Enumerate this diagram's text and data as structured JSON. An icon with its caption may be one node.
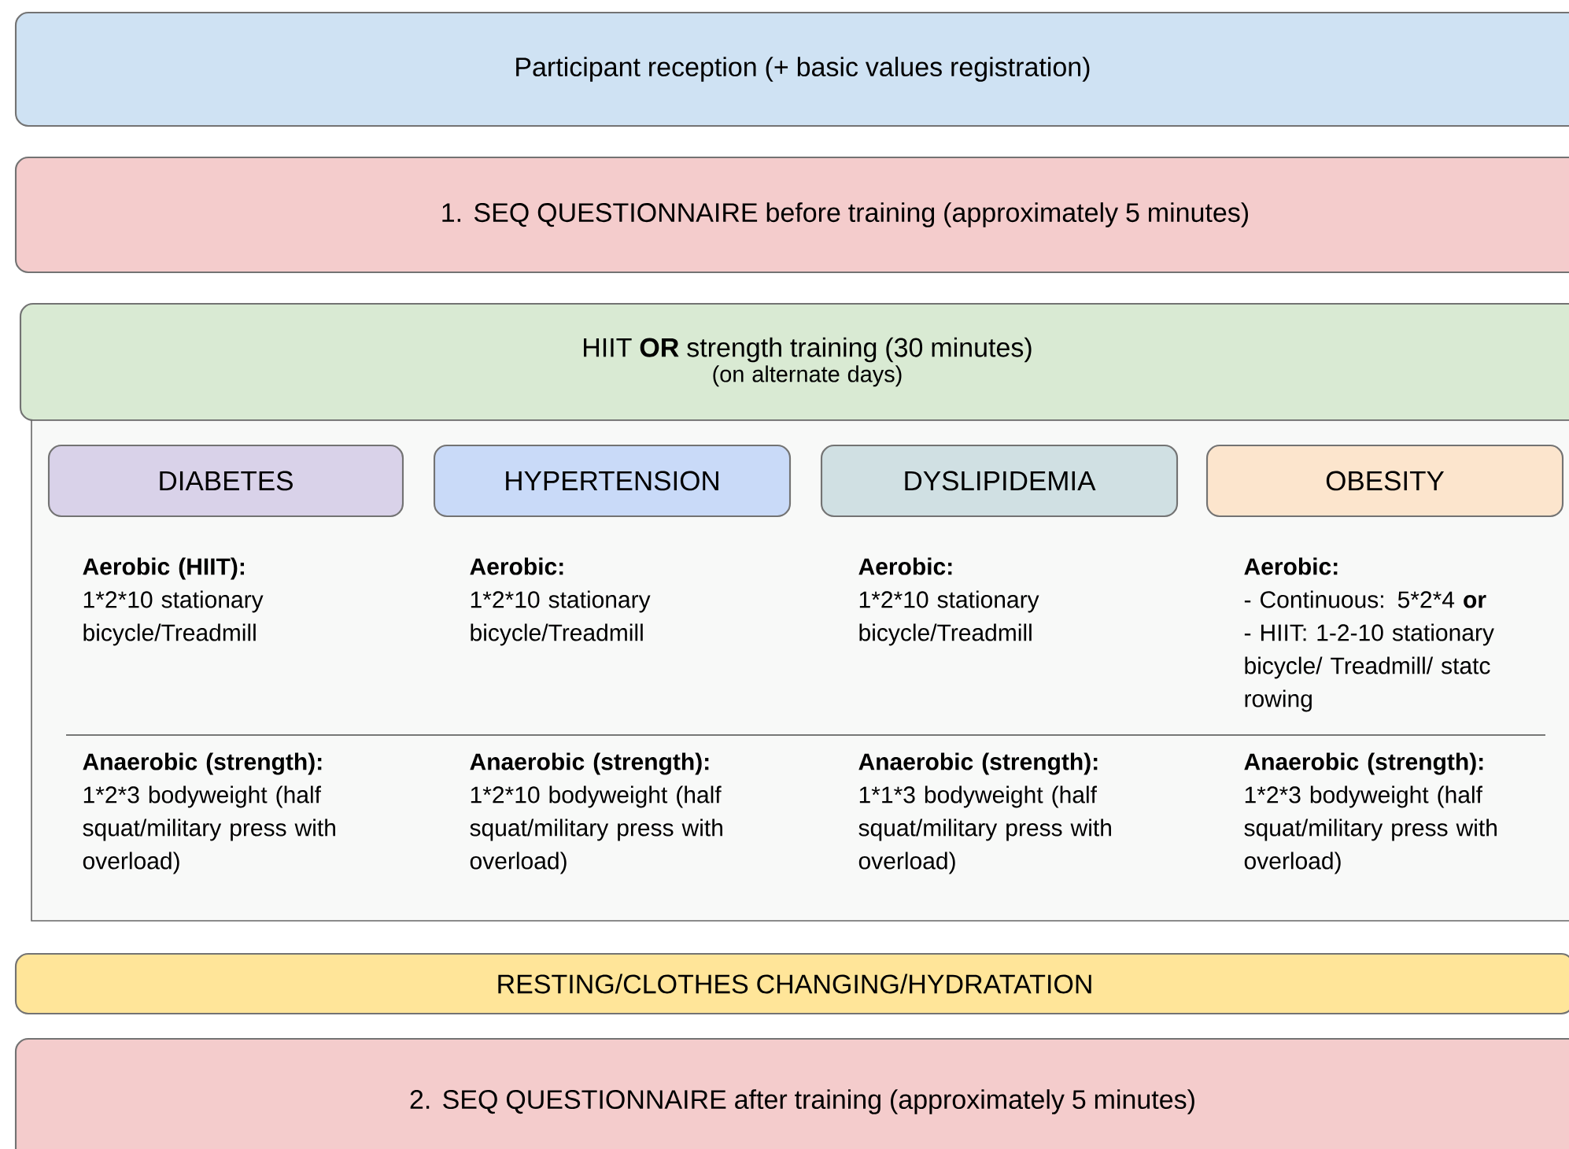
{
  "diagram": {
    "nodes": [
      {
        "text": [
          "Participant reception (+ basic values registration)"
        ]
      },
      {
        "text": [
          "1. SEQ QUESTIONNAIRE before training (approximately 5 minutes)"
        ]
      },
      {
        "text": [
          "HIIT **OR** strength training (30 minutes)",
          "(on alternate days)"
        ]
      },
      {
        "text": [],
        "shape": "box"
      },
      {
        "text": [
          "DIABETES"
        ],
        "in": 3
      },
      {
        "text": [
          "HYPERTENSION"
        ],
        "in": 3
      },
      {
        "text": [
          "DYSLIPIDEMIA"
        ],
        "in": 3
      },
      {
        "text": [
          "OBESITY"
        ],
        "in": 3
      },
      {
        "text": [
          "RESTING/CLOTHES CHANGING/HYDRATATION"
        ]
      },
      {
        "text": [
          "2. SEQ QUESTIONNAIRE after training (approximately 5 minutes)"
        ]
      }
    ],
    "labels": [
      "Aerobic (HIIT):",
      "1*2*10 stationary bicycle/Treadmill",
      "Aerobic:",
      "1*2*10 stationary bicycle/Treadmill",
      "Aerobic:",
      "1*2*10 stationary bicycle/Treadmill",
      "Aerobic:",
      "- Continuous: 5*2*4 **or**",
      "- HIIT: 1-2-10 stationary bicycle/ Treadmill/ statc rowing",
      "Anaerobic (strength):",
      "1*2*3 bodyweight (half squat/military press with overload)",
      "Anaerobic (strength):",
      "1*2*10 bodyweight (half squat/military press with overload)",
      "Anaerobic (strength):",
      "1*1*3 bodyweight (half squat/military press with overload)",
      "Anaerobic (strength):",
      "1*2*3 bodyweight (half squat/military press with overload)"
    ]
  }
}
